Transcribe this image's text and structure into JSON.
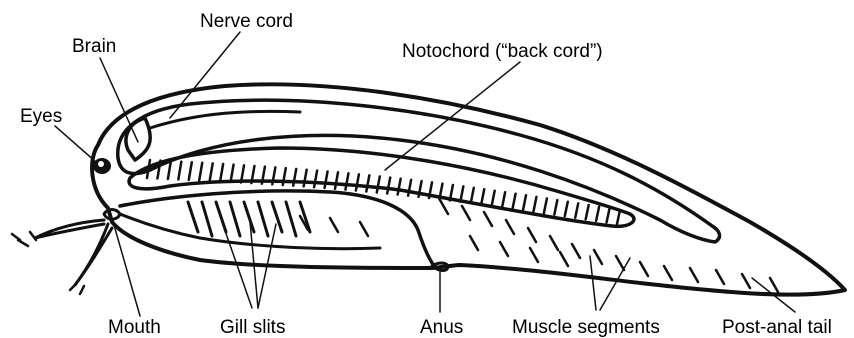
{
  "diagram": {
    "subject": "",
    "labels": {
      "nerve_cord": "Nerve cord",
      "brain": "Brain",
      "eyes": "Eyes",
      "notochord": "Notochord (“back cord”)",
      "mouth": "Mouth",
      "gill_slits": "Gill slits",
      "anus": "Anus",
      "muscle_segments": "Muscle segments",
      "post_anal_tail": "Post-anal tail"
    },
    "colors": {
      "ink": "#111111",
      "background": "#ffffff"
    }
  }
}
